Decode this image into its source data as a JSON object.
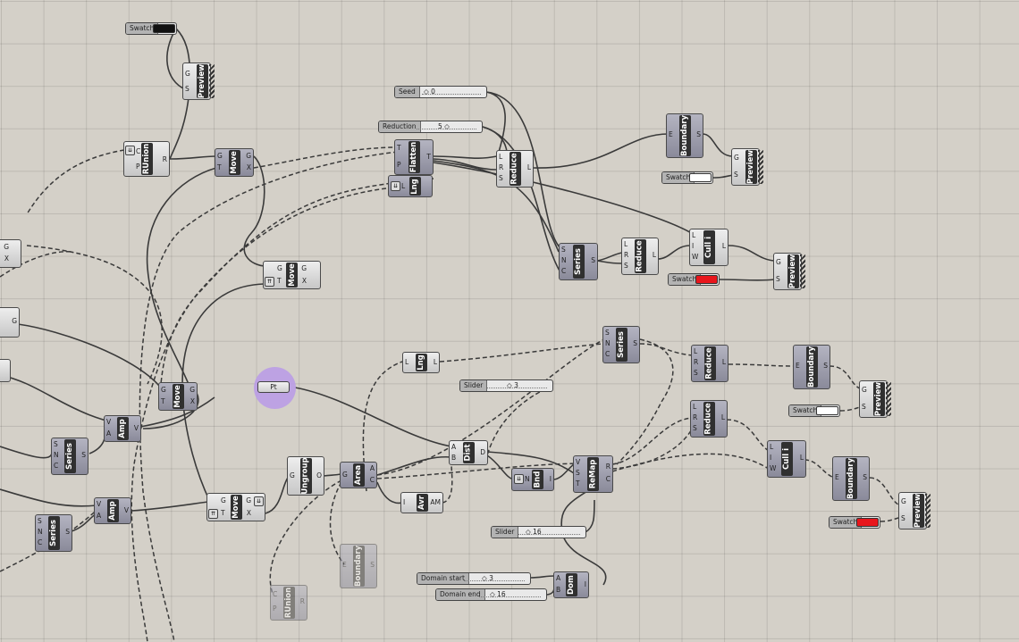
{
  "canvas": {
    "background": "#d4d0c8",
    "components": [
      {
        "id": "preview1",
        "label": "Preview",
        "inputs": [
          "G",
          "S"
        ],
        "outputs": []
      },
      {
        "id": "runion1",
        "label": "RUnion",
        "inputs": [
          "C",
          "P"
        ],
        "outputs": [
          "R"
        ]
      },
      {
        "id": "move1",
        "label": "Move",
        "inputs": [
          "G",
          "T"
        ],
        "outputs": [
          "G",
          "X"
        ]
      },
      {
        "id": "flatten",
        "label": "Flatten",
        "inputs": [
          "T",
          "P"
        ],
        "outputs": [
          "T"
        ]
      },
      {
        "id": "lng1",
        "label": "Lng",
        "inputs": [
          "L"
        ],
        "outputs": []
      },
      {
        "id": "reduce1",
        "label": "Reduce",
        "inputs": [
          "L",
          "R",
          "S"
        ],
        "outputs": [
          "L"
        ]
      },
      {
        "id": "boundary1",
        "label": "Boundary",
        "inputs": [
          "E"
        ],
        "outputs": [
          "S"
        ]
      },
      {
        "id": "preview2",
        "label": "Preview",
        "inputs": [
          "G",
          "S"
        ],
        "outputs": []
      },
      {
        "id": "series1",
        "label": "Series",
        "inputs": [
          "S",
          "N",
          "C"
        ],
        "outputs": [
          "S"
        ]
      },
      {
        "id": "reduce2",
        "label": "Reduce",
        "inputs": [
          "L",
          "R",
          "S"
        ],
        "outputs": [
          "L"
        ]
      },
      {
        "id": "cull1",
        "label": "Cull i",
        "inputs": [
          "L",
          "I",
          "W"
        ],
        "outputs": [
          "L"
        ]
      },
      {
        "id": "preview3",
        "label": "Preview",
        "inputs": [
          "G",
          "S"
        ],
        "outputs": []
      },
      {
        "id": "move2",
        "label": "Move",
        "inputs": [
          "G",
          "T"
        ],
        "outputs": [
          "G",
          "X"
        ]
      },
      {
        "id": "move3",
        "label": "Move",
        "inputs": [
          "G",
          "T"
        ],
        "outputs": [
          "G",
          "X"
        ]
      },
      {
        "id": "amp1",
        "label": "Amp",
        "inputs": [
          "V",
          "A"
        ],
        "outputs": [
          "V"
        ]
      },
      {
        "id": "series2",
        "label": "Series",
        "inputs": [
          "S",
          "N",
          "C"
        ],
        "outputs": [
          "S"
        ]
      },
      {
        "id": "amp2",
        "label": "Amp",
        "inputs": [
          "V",
          "A"
        ],
        "outputs": [
          "V"
        ]
      },
      {
        "id": "series3",
        "label": "Series",
        "inputs": [
          "S",
          "N",
          "C"
        ],
        "outputs": [
          "S"
        ]
      },
      {
        "id": "move4",
        "label": "Move",
        "inputs": [
          "G",
          "T"
        ],
        "outputs": [
          "G",
          "X"
        ]
      },
      {
        "id": "ungroup",
        "label": "Ungroup",
        "inputs": [
          "G"
        ],
        "outputs": [
          "O"
        ]
      },
      {
        "id": "area",
        "label": "Area",
        "inputs": [
          "G"
        ],
        "outputs": [
          "A",
          "C"
        ]
      },
      {
        "id": "avr",
        "label": "Avr",
        "inputs": [
          "I"
        ],
        "outputs": [
          "AM"
        ]
      },
      {
        "id": "lng2",
        "label": "Lng",
        "inputs": [
          "L"
        ],
        "outputs": [
          "L"
        ]
      },
      {
        "id": "series4",
        "label": "Series",
        "inputs": [
          "S",
          "N",
          "C"
        ],
        "outputs": [
          "S"
        ]
      },
      {
        "id": "reduce3",
        "label": "Reduce",
        "inputs": [
          "L",
          "R",
          "S"
        ],
        "outputs": [
          "L"
        ]
      },
      {
        "id": "boundary2",
        "label": "Boundary",
        "inputs": [
          "E"
        ],
        "outputs": [
          "S"
        ]
      },
      {
        "id": "preview4",
        "label": "Preview",
        "inputs": [
          "G",
          "S"
        ],
        "outputs": []
      },
      {
        "id": "reduce4",
        "label": "Reduce",
        "inputs": [
          "L",
          "R",
          "S"
        ],
        "outputs": [
          "L"
        ]
      },
      {
        "id": "dist",
        "label": "Dist",
        "inputs": [
          "A",
          "B"
        ],
        "outputs": [
          "D"
        ]
      },
      {
        "id": "bnd",
        "label": "Bnd",
        "inputs": [
          "N"
        ],
        "outputs": [
          "I"
        ]
      },
      {
        "id": "remap",
        "label": "ReMap",
        "inputs": [
          "V",
          "S",
          "T"
        ],
        "outputs": [
          "R",
          "C"
        ]
      },
      {
        "id": "cull2",
        "label": "Cull i",
        "inputs": [
          "L",
          "I",
          "W"
        ],
        "outputs": [
          "L"
        ]
      },
      {
        "id": "boundary3",
        "label": "Boundary",
        "inputs": [
          "E"
        ],
        "outputs": [
          "S"
        ]
      },
      {
        "id": "preview5",
        "label": "Preview",
        "inputs": [
          "G",
          "S"
        ],
        "outputs": []
      },
      {
        "id": "dom",
        "label": "Dom",
        "inputs": [
          "A",
          "B"
        ],
        "outputs": [
          "I"
        ]
      },
      {
        "id": "boundary4",
        "label": "Boundary",
        "inputs": [
          "E"
        ],
        "outputs": [
          "S"
        ]
      },
      {
        "id": "runion2",
        "label": "RUnion",
        "inputs": [
          "C",
          "P"
        ],
        "outputs": [
          "R"
        ]
      }
    ],
    "params": [
      {
        "id": "swatch1",
        "label": "Swatch",
        "color": "#111111"
      },
      {
        "id": "seed",
        "label": "Seed",
        "value": "0"
      },
      {
        "id": "reduction",
        "label": "Reduction",
        "value": "5"
      },
      {
        "id": "swatch2",
        "label": "Swatch",
        "color": "#ffffff"
      },
      {
        "id": "swatch3",
        "label": "Swatch",
        "color": "#e8161c"
      },
      {
        "id": "slider1",
        "label": "Slider",
        "value": "3"
      },
      {
        "id": "swatch4",
        "label": "Swatch",
        "color": "#ffffff"
      },
      {
        "id": "slider2",
        "label": "Slider",
        "value": "16"
      },
      {
        "id": "swatch5",
        "label": "Swatch",
        "color": "#e8161c"
      },
      {
        "id": "domstart",
        "label": "Domain start",
        "value": "3"
      },
      {
        "id": "domend",
        "label": "Domain end",
        "value": "16"
      }
    ],
    "point": {
      "label": "Pt",
      "highlight": "#ba9ce6"
    },
    "partial": [
      {
        "id": "edge1",
        "inputs": [
          "G"
        ],
        "outputs": [
          "X"
        ]
      },
      {
        "id": "edge2",
        "inputs": [],
        "outputs": [
          "G"
        ]
      }
    ]
  }
}
